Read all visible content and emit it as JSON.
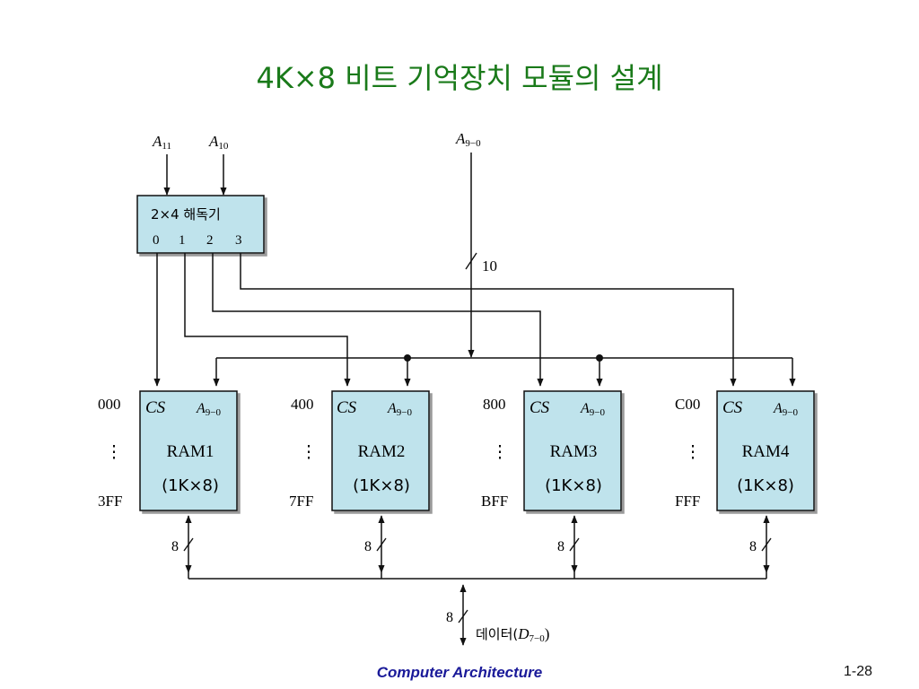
{
  "title": "4K×8 비트 기억장치 모듈의 설계",
  "inputs": {
    "a11": {
      "label": "A",
      "subscript": "11"
    },
    "a10": {
      "label": "A",
      "subscript": "10"
    },
    "addr": {
      "label": "A",
      "subscript": "9−0"
    }
  },
  "bus_width_addr": "10",
  "decoder": {
    "label": "2×4 해독기",
    "outputs": [
      "0",
      "1",
      "2",
      "3"
    ]
  },
  "rams": [
    {
      "start": "000",
      "end": "3FF",
      "cs": "CS",
      "addr": "A",
      "addr_sub": "9−0",
      "name": "RAM1",
      "size": "(1K×8)",
      "width": "8"
    },
    {
      "start": "400",
      "end": "7FF",
      "cs": "CS",
      "addr": "A",
      "addr_sub": "9−0",
      "name": "RAM2",
      "size": "(1K×8)",
      "width": "8"
    },
    {
      "start": "800",
      "end": "BFF",
      "cs": "CS",
      "addr": "A",
      "addr_sub": "9−0",
      "name": "RAM3",
      "size": "(1K×8)",
      "width": "8"
    },
    {
      "start": "C00",
      "end": "FFF",
      "cs": "CS",
      "addr": "A",
      "addr_sub": "9−0",
      "name": "RAM4",
      "size": "(1K×8)",
      "width": "8"
    }
  ],
  "dots": "⋮",
  "data_bus": {
    "width": "8",
    "label": "데이터(",
    "sym": "D",
    "sub": "7−0",
    "close": ")"
  },
  "footer": "Computer Architecture",
  "page_number": "1-28",
  "colors": {
    "title": "#1a7a1a",
    "box_fill": "#bfe3ec",
    "footer": "#1a1a99"
  }
}
